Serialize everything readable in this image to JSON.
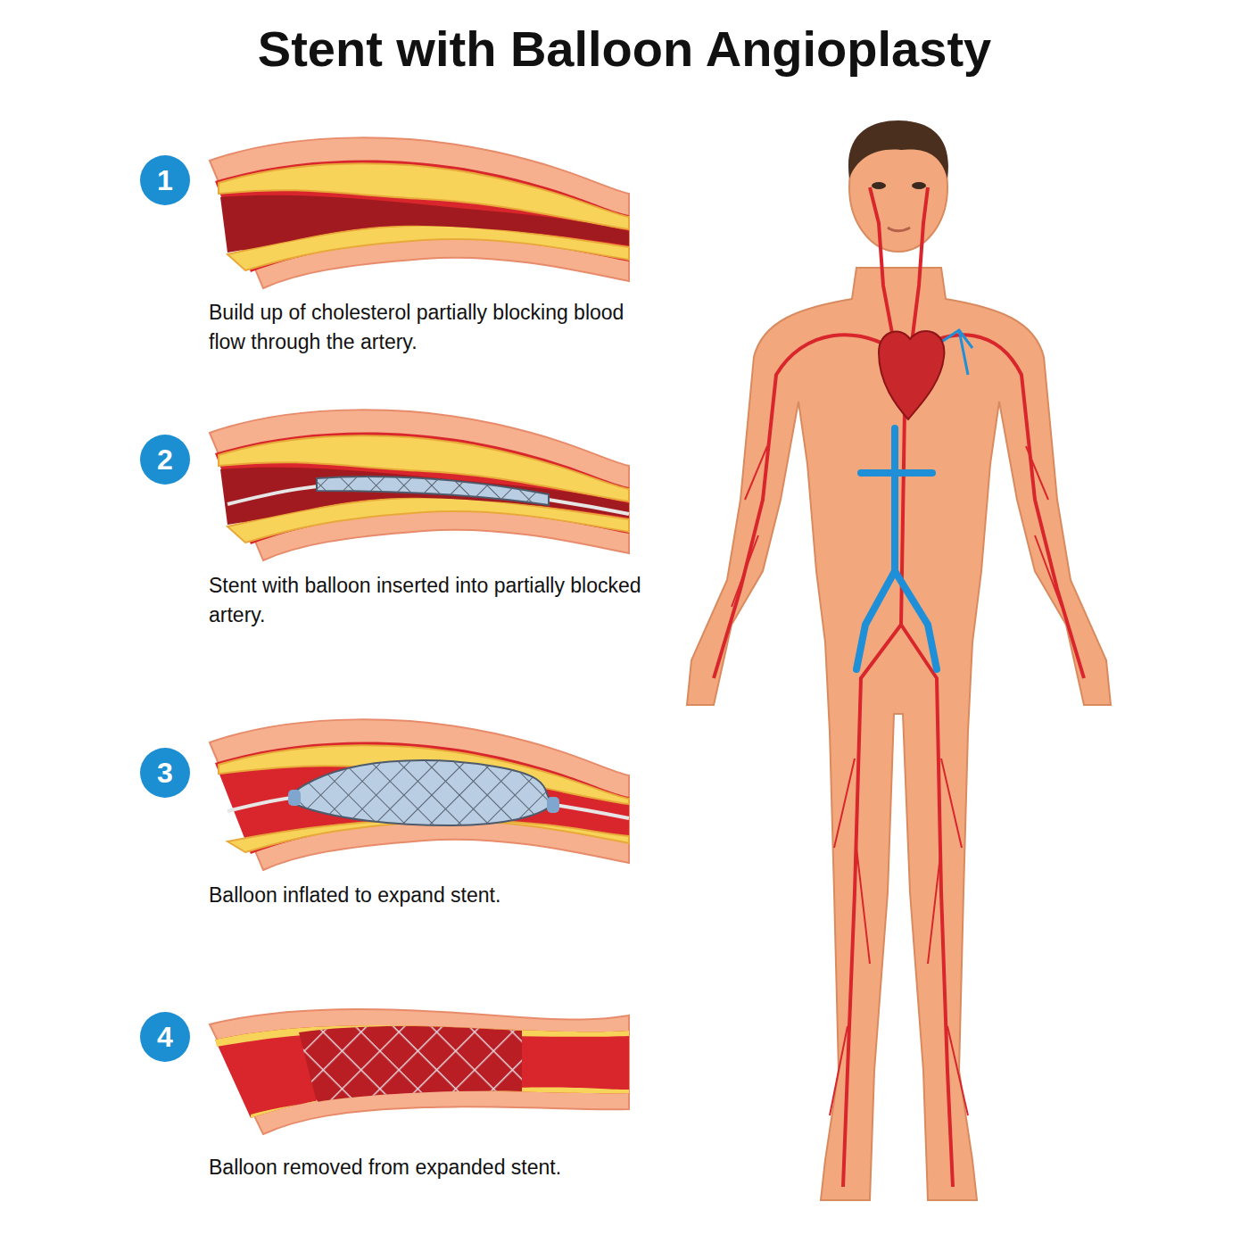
{
  "diagram": {
    "title": "Stent with Balloon Angioplasty",
    "nodes": [
      {
        "text": [
          "1"
        ]
      },
      {
        "text": [
          "2"
        ]
      },
      {
        "text": [
          "3"
        ]
      },
      {
        "text": [
          "4"
        ]
      }
    ],
    "labels": [
      "Build up of cholesterol partially blocking blood flow through the artery.",
      "Stent with balloon inserted into partially blocked artery.",
      "Balloon inflated to expand stent.",
      "Balloon removed from expanded stent."
    ]
  }
}
